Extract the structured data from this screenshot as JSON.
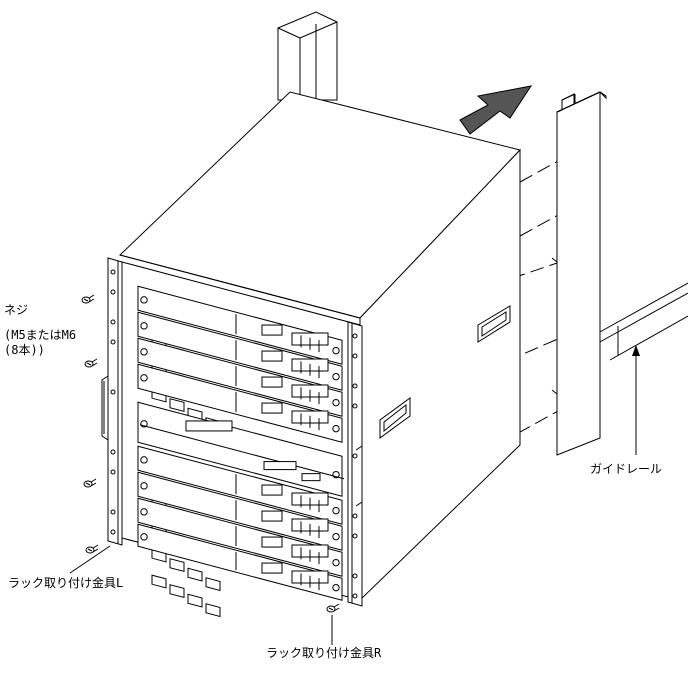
{
  "labels": {
    "screw_title": "ネジ",
    "screw_spec": "(M5またはM6",
    "screw_count": "(8本))",
    "bracket_left": "ラック取り付け金具L",
    "bracket_right": "ラック取り付け金具R",
    "guide_rail": "ガイドレール"
  },
  "colors": {
    "line": "#000000",
    "arrow_fill": "#555555",
    "background": "#ffffff"
  },
  "icons": {
    "direction_arrow": "arrow-up-right-icon",
    "screw": "screw-icon"
  }
}
